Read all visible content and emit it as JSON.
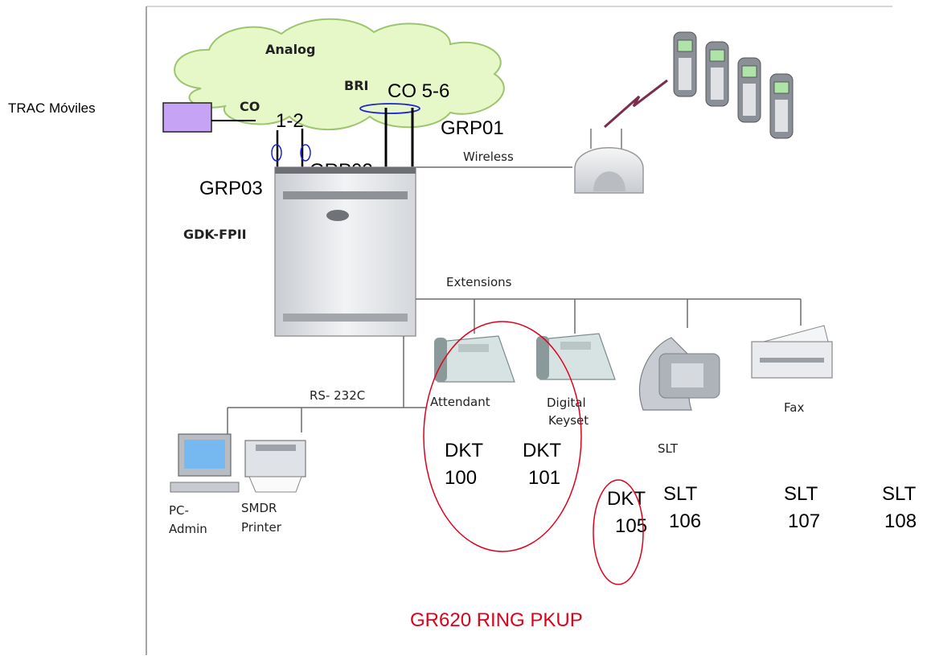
{
  "labels": {
    "trac_moviles": "TRAC Móviles",
    "analog": "Analog",
    "bri": "BRI",
    "co": "CO",
    "co_5_6": "CO 5-6",
    "one_two": "1-2",
    "grp01": "GRP01",
    "grp02": "GRP02",
    "grp03": "GRP03",
    "wireless": "Wireless",
    "gdk_fpii": "GDK-FPII",
    "extensions": "Extensions",
    "rs232c": "RS- 232C",
    "attendant": "Attendant",
    "digital": "Digital",
    "keyset": "Keyset",
    "slt_device": "SLT",
    "fax": "Fax",
    "pc": "PC-",
    "admin": "Admin",
    "smdr": "SMDR",
    "printer": "Printer",
    "dkt_a": "DKT",
    "num_100": "100",
    "dkt_b": "DKT",
    "num_101": "101",
    "dkt_c": "DKT",
    "num_105": "105",
    "slt_a": "SLT",
    "num_106": "106",
    "slt_b": "SLT",
    "num_107": "107",
    "slt_c": "SLT",
    "num_108": "108",
    "ring_group": "GR620 RING PKUP"
  },
  "colors": {
    "highlight_red": "#e0001b",
    "group_blue": "#1a24d6",
    "trunk_box": "#c7a3f5",
    "cloud_green": "#e6f7c8",
    "cloud_stroke": "#9cc56e",
    "phone_gray": "#8b9098"
  }
}
